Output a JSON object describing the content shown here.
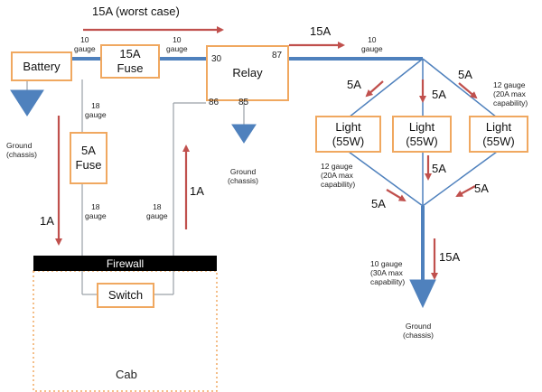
{
  "components": {
    "battery": "Battery",
    "fuse15": "15A\nFuse",
    "relay": "Relay",
    "fuse5": "5A\nFuse",
    "switch": "Switch",
    "light1": "Light\n(55W)",
    "light2": "Light\n(55W)",
    "light3": "Light\n(55W)",
    "firewall": "Firewall",
    "cab": "Cab"
  },
  "pins": {
    "p30": "30",
    "p87": "87",
    "p86": "86",
    "p85": "85"
  },
  "currents": {
    "top": "15A (worst case)",
    "main": "15A",
    "left": "1A",
    "switch_loop": "1A",
    "light_in1": "5A",
    "light_in2": "5A",
    "light_in3": "5A",
    "light_out1": "5A",
    "light_out2": "5A",
    "light_out3": "5A",
    "ground_return": "15A"
  },
  "gauges": {
    "battery_fuse": "10\ngauge",
    "fuse_relay": "10\ngauge",
    "relay_lights": "10\ngauge",
    "battery_fuse5": "18\ngauge",
    "fuse5_switch": "18\ngauge",
    "switch_relay": "18\ngauge",
    "light_feed": "12 gauge\n(20A max\ncapability)",
    "light_return": "12 gauge\n(20A max\ncapability)",
    "ground_wire": "10 gauge\n(30A max\ncapability)"
  },
  "grounds": {
    "battery": "Ground\n(chassis)",
    "relay": "Ground\n(chassis)",
    "lights": "Ground\n(chassis)"
  },
  "colors": {
    "thick_wire": "#4f81bd",
    "thin_wire": "#9aa0a6",
    "arrow": "#c0504d",
    "box_border": "#f0a860",
    "cab_border": "#f0a860"
  }
}
